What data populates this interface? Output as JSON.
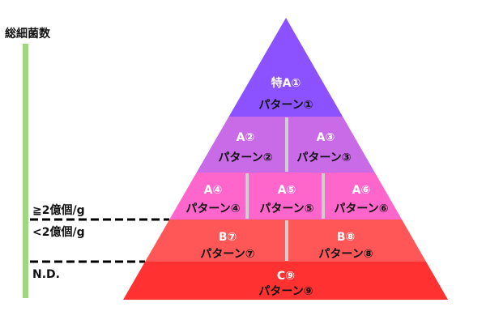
{
  "axis": {
    "title": "総細菌数",
    "levels": [
      {
        "label": "≧2億個/g"
      },
      {
        "label": "<2億個/g"
      },
      {
        "label": "N.D."
      }
    ]
  },
  "pyramid": {
    "tiers": [
      {
        "color": "#8c52ff",
        "cells": [
          {
            "grade": "特A①",
            "pattern": "パターン①"
          }
        ]
      },
      {
        "color": "#c96ae6",
        "cells": [
          {
            "grade": "A②",
            "pattern": "パターン②"
          },
          {
            "grade": "A③",
            "pattern": "パターン③"
          }
        ]
      },
      {
        "color": "#ff66cc",
        "cells": [
          {
            "grade": "A④",
            "pattern": "パターン④"
          },
          {
            "grade": "A⑤",
            "pattern": "パターン⑤"
          },
          {
            "grade": "A⑥",
            "pattern": "パターン⑥"
          }
        ]
      },
      {
        "color": "#ff5757",
        "cells": [
          {
            "grade": "B⑦",
            "pattern": "パターン⑦"
          },
          {
            "grade": "B⑧",
            "pattern": "パターン⑧"
          }
        ]
      },
      {
        "color": "#ff3131",
        "cells": [
          {
            "grade": "C⑨",
            "pattern": "パターン⑨"
          }
        ]
      }
    ]
  },
  "colors": {
    "axis_bar": "#9fd67f",
    "divider": "#d0d0d0"
  }
}
